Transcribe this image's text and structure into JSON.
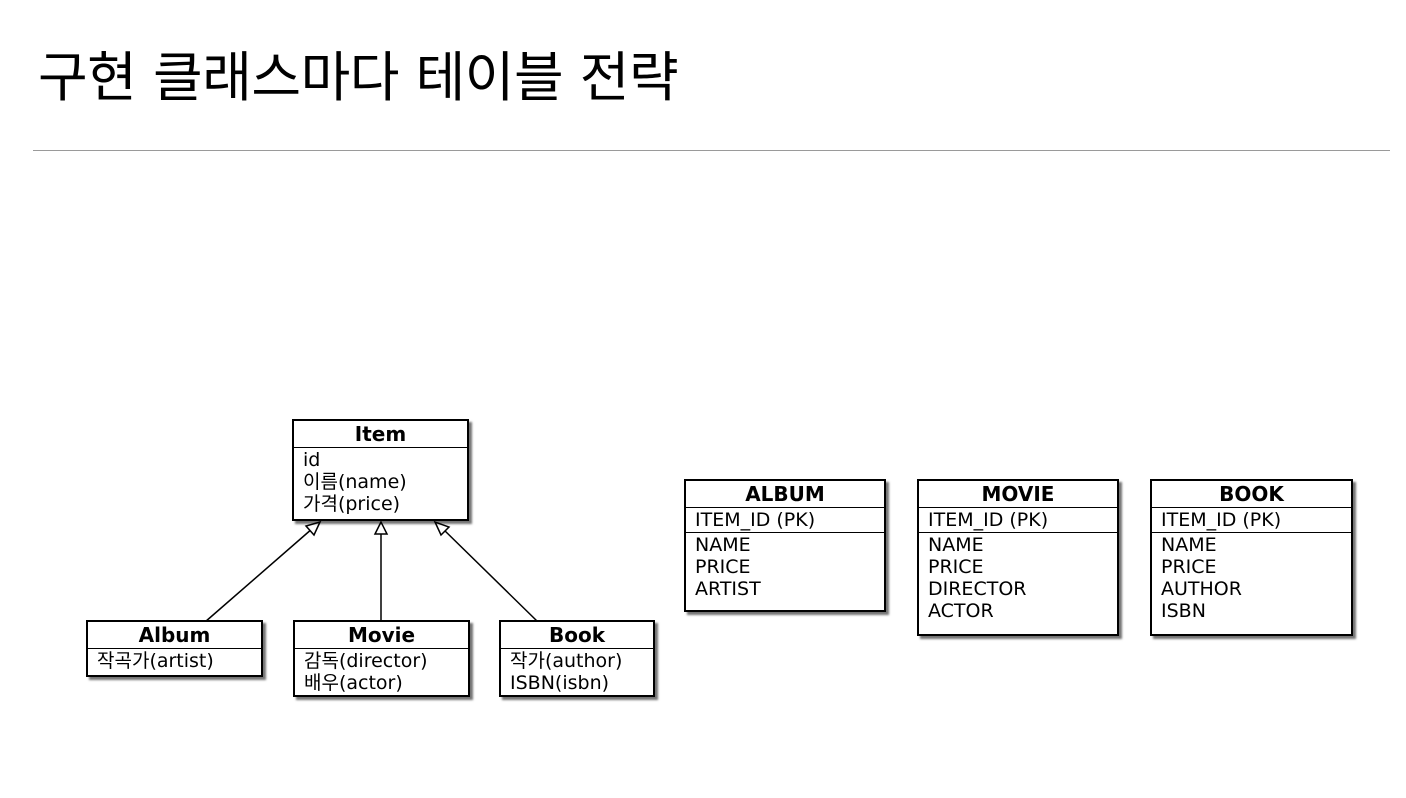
{
  "title": "구현 클래스마다 테이블 전략",
  "classes": {
    "item": {
      "name": "Item",
      "attrs": [
        "id",
        "이름(name)",
        "가격(price)"
      ]
    },
    "album": {
      "name": "Album",
      "attrs": [
        "작곡가(artist)"
      ]
    },
    "movie": {
      "name": "Movie",
      "attrs": [
        "감독(director)",
        "배우(actor)"
      ]
    },
    "book": {
      "name": "Book",
      "attrs": [
        "작가(author)",
        "ISBN(isbn)"
      ]
    }
  },
  "tables": {
    "album": {
      "name": "ALBUM",
      "pk": "ITEM_ID (PK)",
      "columns": [
        "NAME",
        "PRICE",
        "ARTIST"
      ]
    },
    "movie": {
      "name": "MOVIE",
      "pk": "ITEM_ID (PK)",
      "columns": [
        "NAME",
        "PRICE",
        "DIRECTOR",
        "ACTOR"
      ]
    },
    "book": {
      "name": "BOOK",
      "pk": "ITEM_ID (PK)",
      "columns": [
        "NAME",
        "PRICE",
        "AUTHOR",
        "ISBN"
      ]
    }
  }
}
